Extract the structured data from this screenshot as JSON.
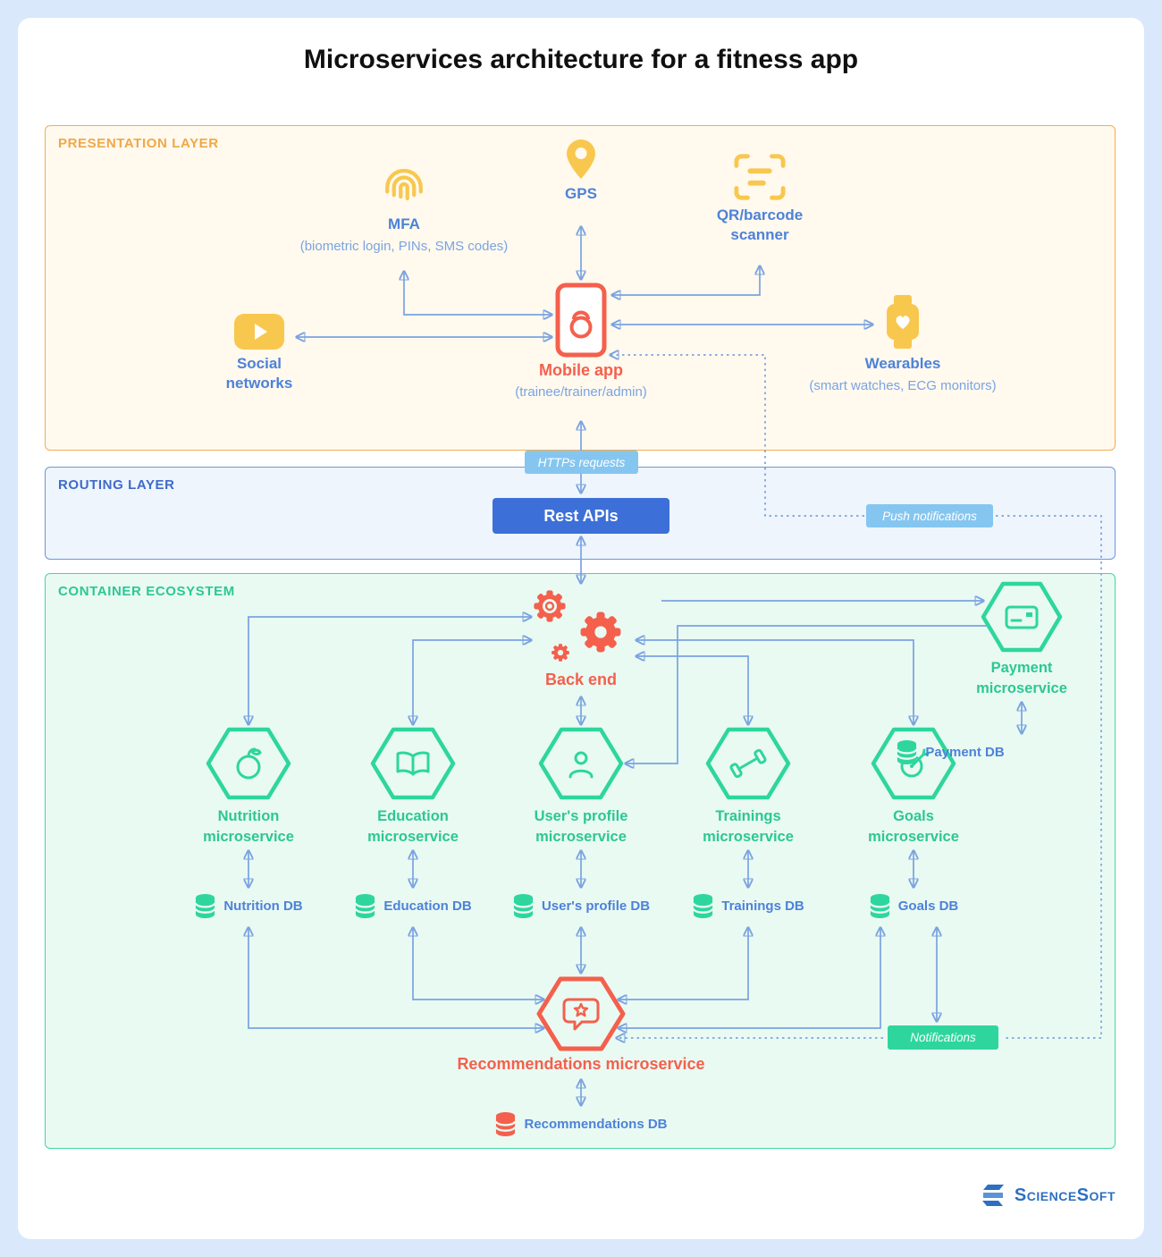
{
  "title": "Microservices architecture for a fitness app",
  "layers": {
    "presentation": "PRESENTATION LAYER",
    "routing": "ROUTING LAYER",
    "container": "CONTAINER ECOSYSTEM"
  },
  "presentation": {
    "mfa": {
      "label": "MFA",
      "sub": "(biometric login, PINs, SMS codes)"
    },
    "gps": {
      "label": "GPS"
    },
    "qr": {
      "label": "QR/barcode scanner"
    },
    "social": {
      "label": "Social networks"
    },
    "mobile": {
      "label": "Mobile app",
      "sub": "(trainee/trainer/admin)"
    },
    "wearables": {
      "label": "Wearables",
      "sub": "(smart watches, ECG monitors)"
    }
  },
  "routing": {
    "rest_apis": "Rest APIs",
    "https_requests": "HTTPs requests",
    "push_notifications": "Push notifications"
  },
  "container": {
    "backend_label": "Back end",
    "notifications_badge": "Notifications",
    "services": {
      "payment": {
        "label": "Payment microservice",
        "db": "Payment DB"
      },
      "nutrition": {
        "label": "Nutrition microservice",
        "db": "Nutrition DB"
      },
      "education": {
        "label": "Education microservice",
        "db": "Education DB"
      },
      "profile": {
        "label": "User's profile microservice",
        "db": "User's profile DB"
      },
      "trainings": {
        "label": "Trainings microservice",
        "db": "Trainings DB"
      },
      "goals": {
        "label": "Goals microservice",
        "db": "Goals DB"
      },
      "recommendations": {
        "label": "Recommendations microservice",
        "db": "Recommendations DB"
      }
    }
  },
  "footer": {
    "brand": "ScienceSoft"
  },
  "colors": {
    "accent_red": "#f4604c",
    "accent_yellow": "#f8c74e",
    "accent_green": "#2ed69e",
    "accent_blue": "#4d82d8",
    "arrow_blue": "#7aa3e0",
    "rest_api_bg": "#3d6fd8",
    "badge_blue_bg": "#85c6f0",
    "badge_green_bg": "#2ed69e"
  }
}
